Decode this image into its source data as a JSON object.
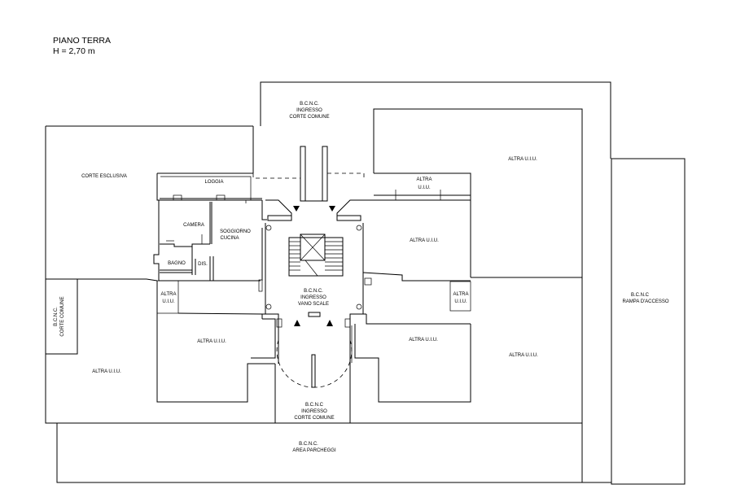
{
  "header": {
    "title": "PIANO TERRA",
    "height": "H = 2,70 m"
  },
  "labels": {
    "bcnc_ingresso_top": [
      "B.C.N.C.",
      "INGRESSO",
      "CORTE COMUNE"
    ],
    "corte_esclusiva": "CORTE ESCLUSIVA",
    "loggia": "LOGGIA",
    "camera": "CAMERA",
    "soggiorno": [
      "SOGGIORNO",
      "CUCINA"
    ],
    "bagno": "BAGNO",
    "dis": "DIS.",
    "altra_top_mid": [
      "ALTRA",
      "U.I.U."
    ],
    "altra_top_right": "ALTRA U.I.U.",
    "altra_mid_right": "ALTRA U.I.U.",
    "altra_small_left": [
      "ALTRA",
      "U.I.U."
    ],
    "altra_small_right": [
      "ALTRA",
      "U.I.U."
    ],
    "bcnc_vano": [
      "B.C.N.C.",
      "INGRESSO",
      "VANO SCALE"
    ],
    "bcnc_corte_comune_vertical": [
      "B.C.N.C.",
      "CORTE COMUNE"
    ],
    "altra_inner_left": "ALTRA U.I.U.",
    "altra_inner_right": "ALTRA U.I.U.",
    "altra_far_left": "ALTRA U.I.U.",
    "altra_far_right": "ALTRA U.I.U.",
    "bcnc_ingresso_bottom": [
      "B.C.N.C",
      "INGRESSO",
      "CORTE COMUNE"
    ],
    "bcnc_rampa": [
      "B.C.N.C",
      "RAMPA D'ACCESSO"
    ],
    "bcnc_parcheggi": [
      "B.C.N.C.",
      "AREA PARCHEGGI"
    ]
  }
}
